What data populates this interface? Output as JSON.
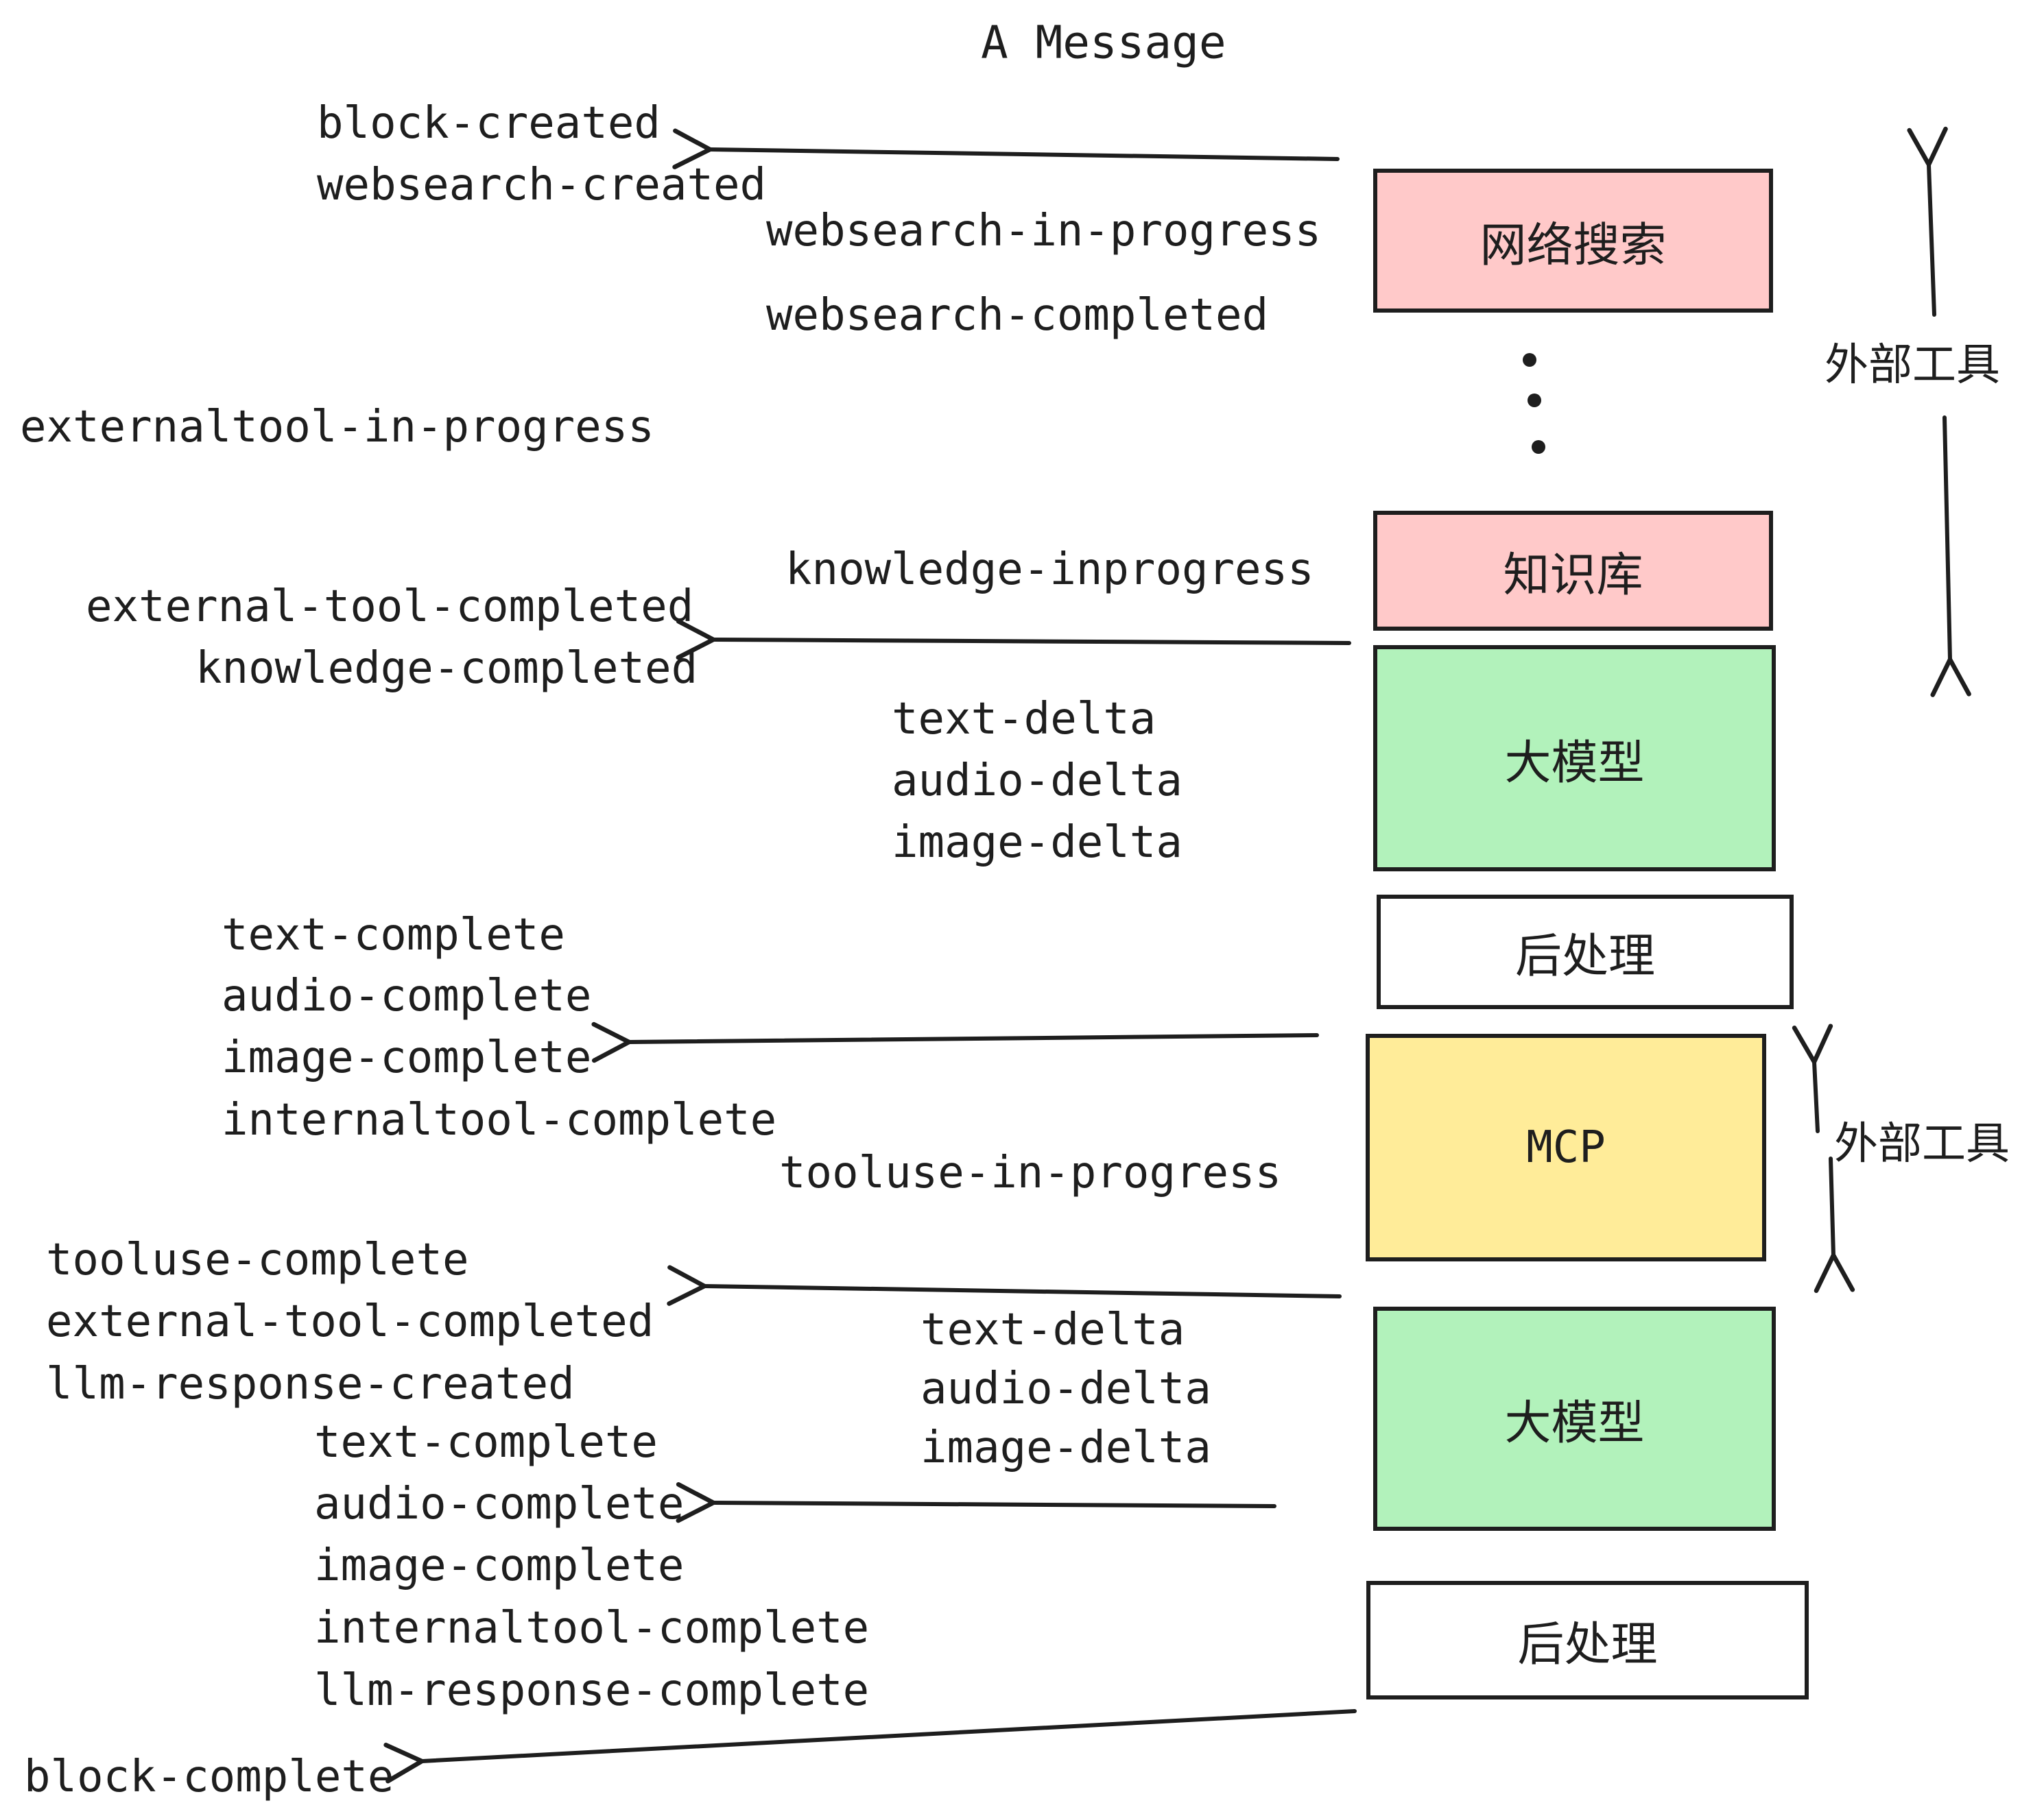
{
  "title": "A Message",
  "colors": {
    "ink": "#1e1e1e",
    "pink": "#ffc9c9",
    "green": "#b2f2bb",
    "yellow": "#ffec99",
    "white": "#ffffff"
  },
  "boxes": {
    "websearch": {
      "label": "网络搜索"
    },
    "knowledge": {
      "label": "知识库"
    },
    "model": {
      "label": "大模型"
    },
    "post": {
      "label": "后处理"
    },
    "mcp": {
      "label": "MCP"
    }
  },
  "annotations": {
    "external_tools": "外部工具"
  },
  "events": {
    "block_created": "block-created",
    "websearch_created": "websearch-created",
    "websearch_in_progress": "websearch-in-progress",
    "websearch_completed": "websearch-completed",
    "externaltool_in_progress": "externaltool-in-progress",
    "knowledge_inprogress": "knowledge-inprogress",
    "external_tool_completed": "external-tool-completed",
    "knowledge_completed": "knowledge-completed",
    "text_delta": "text-delta",
    "audio_delta": "audio-delta",
    "image_delta": "image-delta",
    "text_complete": "text-complete",
    "audio_complete": "audio-complete",
    "image_complete": "image-complete",
    "internaltool_complete": "internaltool-complete",
    "tooluse_in_progress": "tooluse-in-progress",
    "tooluse_complete": "tooluse-complete",
    "llm_response_created": "llm-response-created",
    "llm_response_complete": "llm-response-complete",
    "block_complete": "block-complete"
  }
}
